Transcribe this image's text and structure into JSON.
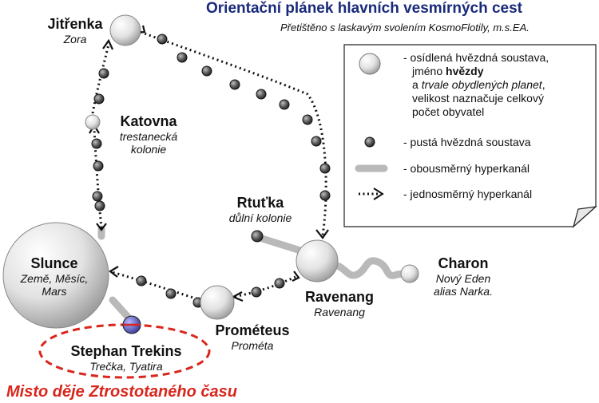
{
  "header": {
    "title": "Orientační plánek hlavních vesmírných cest",
    "credit": "Přetištěno s laskavým svolením KosmoFlotily, m.s.EA."
  },
  "systems": {
    "jitrenka": {
      "name": "Jitřenka",
      "sub": "Zora"
    },
    "katovna": {
      "name": "Katovna",
      "sub1": "trestanecká",
      "sub2": "kolonie"
    },
    "rtutka": {
      "name": "Rtuťka",
      "sub": "důlní kolonie"
    },
    "slunce": {
      "name": "Slunce",
      "sub1": "Země, Měsíc,",
      "sub2": "Mars"
    },
    "ravenang": {
      "name": "Ravenang",
      "sub": "Ravenang"
    },
    "charon": {
      "name": "Charon",
      "sub1": "Nový Eden",
      "sub2": "alias Narka."
    },
    "prometeus": {
      "name": "Prométeus",
      "sub": "Prométa"
    },
    "trekins": {
      "name": "Stephan Trekins",
      "sub": "Trečka, Tyatira"
    }
  },
  "legend": {
    "populated_1": "- osídlená hvězdná soustava,",
    "populated_2a": "jméno ",
    "populated_2b": "hvězdy",
    "populated_3a": "a ",
    "populated_3b": "trvale obydlených planet",
    "populated_3c": ",",
    "populated_4": "velikost naznačuje celkový",
    "populated_5": "počet obyvatel",
    "empty": "- pustá hvězdná soustava",
    "twoway": "- obousměrný hyperkanál",
    "oneway": "- jednosměrný hyperkanál"
  },
  "caption": "Misto děje Ztrostotaného času",
  "colors": {
    "title": "#1a2a7a",
    "caption": "#d9261c",
    "highlight_ellipse": "#d9261c",
    "hyperchannel": "#b9b9b9",
    "trekins_star": "#5a5ab8"
  }
}
